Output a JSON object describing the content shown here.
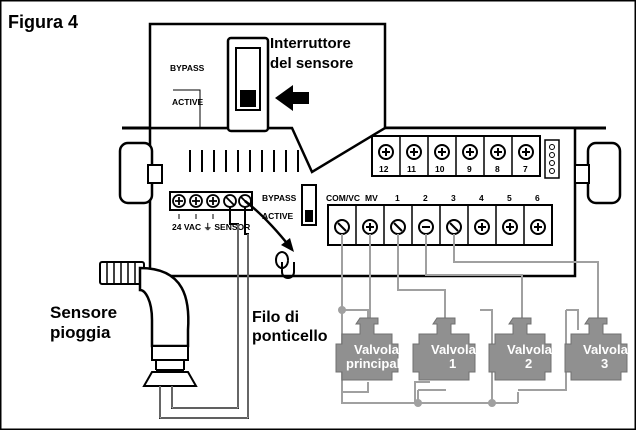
{
  "figure_title": "Figura 4",
  "callout": {
    "line1": "Interruttore",
    "line2": "del sensore",
    "bypass": "BYPASS",
    "active": "ACTIVE"
  },
  "controller": {
    "bypass": "BYPASS",
    "active": "ACTIVE",
    "sensor_terminal_label": "24 VAC  ⏚  SENSOR",
    "station_numbers_top": [
      "12",
      "11",
      "10",
      "9",
      "8",
      "7"
    ],
    "bottom_labels": [
      "COM/VC",
      "MV",
      "1",
      "2",
      "3",
      "4",
      "5",
      "6"
    ]
  },
  "sensor_label": {
    "line1": "Sensore",
    "line2": "pioggia"
  },
  "jumper_label": {
    "line1": "Filo di",
    "line2": "ponticello"
  },
  "valves": [
    {
      "line1": "Valvola",
      "line2": "principale"
    },
    {
      "line1": "Valvola",
      "line2": "1"
    },
    {
      "line1": "Valvola",
      "line2": "2"
    },
    {
      "line1": "Valvola",
      "line2": "3"
    }
  ],
  "colors": {
    "wire": "#a0a0a0",
    "valve": "#909090",
    "frame": "#000000"
  }
}
